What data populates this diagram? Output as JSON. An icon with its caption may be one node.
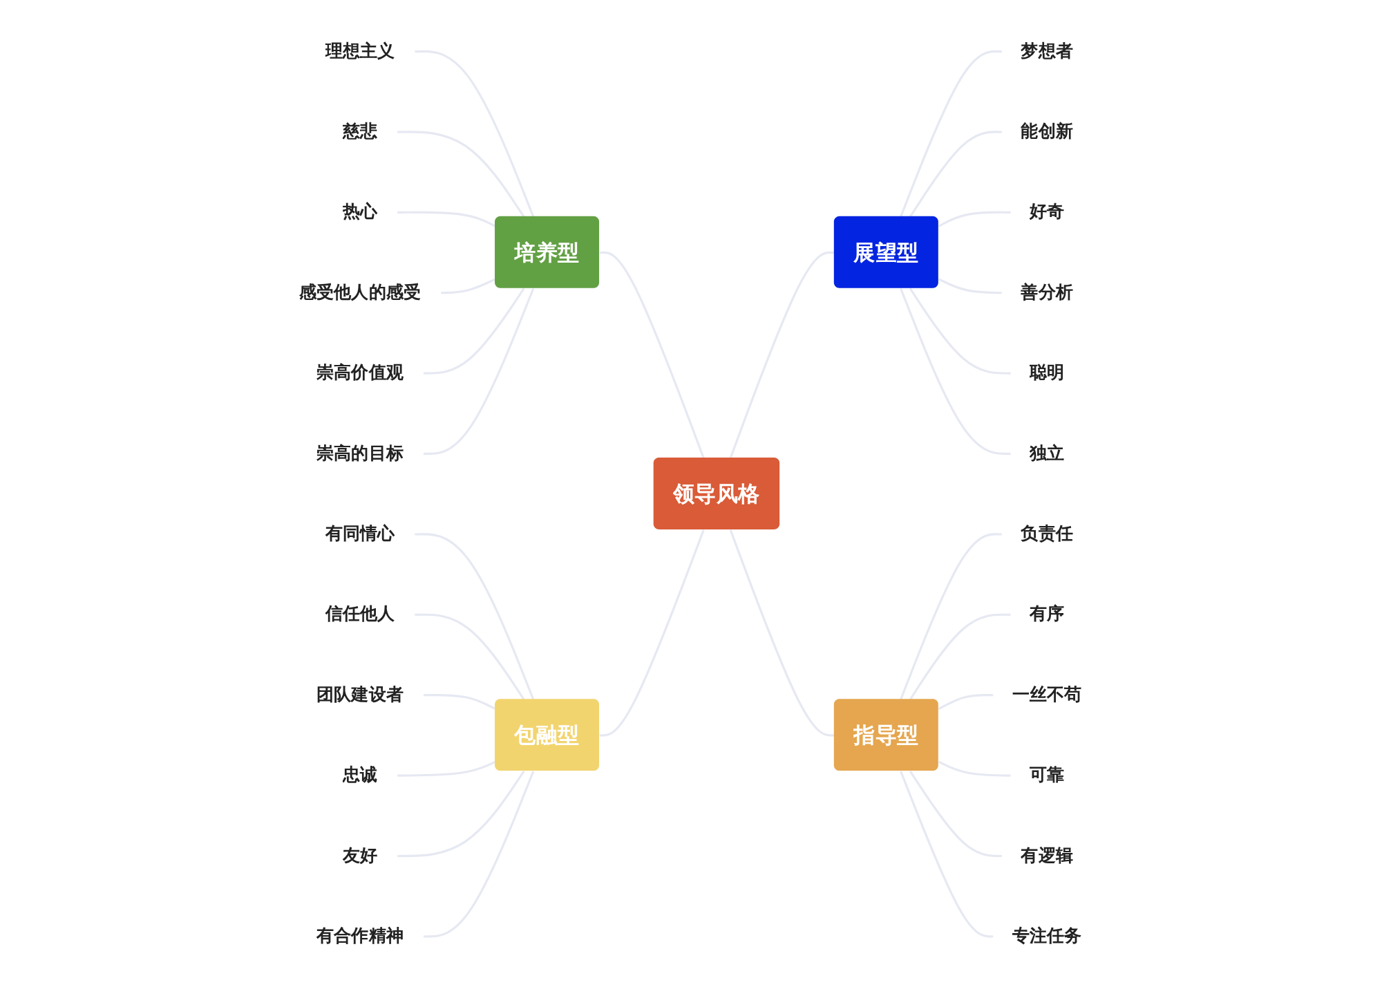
{
  "diagram": {
    "nodes": [
      {
        "text": [
          "领导风格"
        ]
      },
      {
        "text": [
          "培养型"
        ]
      },
      {
        "text": [
          "理想主义"
        ]
      },
      {
        "text": [
          "慈悲"
        ]
      },
      {
        "text": [
          "热心"
        ]
      },
      {
        "text": [
          "感受他人的感受"
        ]
      },
      {
        "text": [
          "崇高价值观"
        ]
      },
      {
        "text": [
          "崇高的目标"
        ]
      },
      {
        "text": [
          "展望型"
        ]
      },
      {
        "text": [
          "梦想者"
        ]
      },
      {
        "text": [
          "能创新"
        ]
      },
      {
        "text": [
          "好奇"
        ]
      },
      {
        "text": [
          "善分析"
        ]
      },
      {
        "text": [
          "聪明"
        ]
      },
      {
        "text": [
          "独立"
        ]
      },
      {
        "text": [
          "包融型"
        ]
      },
      {
        "text": [
          "有同情心"
        ]
      },
      {
        "text": [
          "信任他人"
        ]
      },
      {
        "text": [
          "团队建设者"
        ]
      },
      {
        "text": [
          "忠诚"
        ]
      },
      {
        "text": [
          "友好"
        ]
      },
      {
        "text": [
          "有合作精神"
        ]
      },
      {
        "text": [
          "指导型"
        ]
      },
      {
        "text": [
          "负责任"
        ]
      },
      {
        "text": [
          "有序"
        ]
      },
      {
        "text": [
          "一丝不苟"
        ]
      },
      {
        "text": [
          "可靠"
        ]
      },
      {
        "text": [
          "有逻辑"
        ]
      },
      {
        "text": [
          "专注任务"
        ]
      }
    ],
    "edges": [
      {
        "from": 0,
        "to": 1,
        "arrow": "none"
      },
      {
        "from": 1,
        "to": 2,
        "arrow": "none"
      },
      {
        "from": 1,
        "to": 3,
        "arrow": "none"
      },
      {
        "from": 1,
        "to": 4,
        "arrow": "none"
      },
      {
        "from": 1,
        "to": 5,
        "arrow": "none"
      },
      {
        "from": 1,
        "to": 6,
        "arrow": "none"
      },
      {
        "from": 1,
        "to": 7,
        "arrow": "none"
      },
      {
        "from": 0,
        "to": 8,
        "arrow": "none"
      },
      {
        "from": 8,
        "to": 9,
        "arrow": "none"
      },
      {
        "from": 8,
        "to": 10,
        "arrow": "none"
      },
      {
        "from": 8,
        "to": 11,
        "arrow": "none"
      },
      {
        "from": 8,
        "to": 12,
        "arrow": "none"
      },
      {
        "from": 8,
        "to": 13,
        "arrow": "none"
      },
      {
        "from": 8,
        "to": 14,
        "arrow": "none"
      },
      {
        "from": 0,
        "to": 15,
        "arrow": "none"
      },
      {
        "from": 15,
        "to": 16,
        "arrow": "none"
      },
      {
        "from": 15,
        "to": 17,
        "arrow": "none"
      },
      {
        "from": 15,
        "to": 18,
        "arrow": "none"
      },
      {
        "from": 15,
        "to": 19,
        "arrow": "none"
      },
      {
        "from": 15,
        "to": 20,
        "arrow": "none"
      },
      {
        "from": 15,
        "to": 21,
        "arrow": "none"
      },
      {
        "from": 0,
        "to": 22,
        "arrow": "none"
      },
      {
        "from": 22,
        "to": 23,
        "arrow": "none"
      },
      {
        "from": 22,
        "to": 24,
        "arrow": "none"
      },
      {
        "from": 22,
        "to": 25,
        "arrow": "none"
      },
      {
        "from": 22,
        "to": 26,
        "arrow": "none"
      },
      {
        "from": 22,
        "to": 27,
        "arrow": "none"
      },
      {
        "from": 22,
        "to": 28,
        "arrow": "none"
      }
    ]
  }
}
